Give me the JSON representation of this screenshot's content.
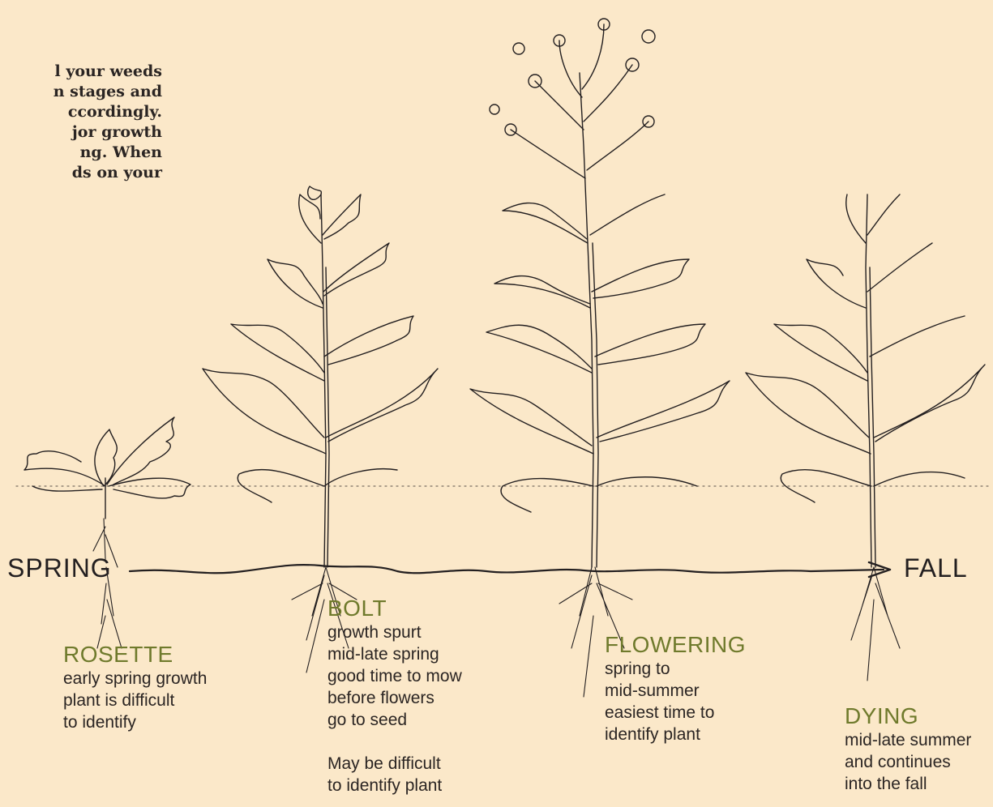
{
  "intro": {
    "lines": [
      "l your weeds",
      "n stages and",
      "ccordingly.",
      "jor growth",
      "ng. When",
      "ds on your"
    ]
  },
  "timeline": {
    "start_label": "SPRING",
    "end_label": "FALL"
  },
  "stages": [
    {
      "title": "ROSETTE",
      "lines": [
        "early spring growth",
        "plant is difficult",
        "to identify"
      ]
    },
    {
      "title": "BOLT",
      "lines": [
        "growth spurt",
        "mid-late spring",
        "good time to mow",
        "before flowers",
        "go to seed"
      ],
      "extra_lines": [
        "May be difficult",
        "to identify plant"
      ]
    },
    {
      "title": "FLOWERING",
      "lines": [
        "spring to",
        "mid-summer",
        "easiest time to",
        "identify plant"
      ]
    },
    {
      "title": "DYING",
      "lines": [
        "mid-late summer",
        "and continues",
        "into the fall"
      ]
    }
  ],
  "colors": {
    "background": "#fbe8c9",
    "stage_title": "#6f7a2c",
    "ink": "#231f20"
  }
}
